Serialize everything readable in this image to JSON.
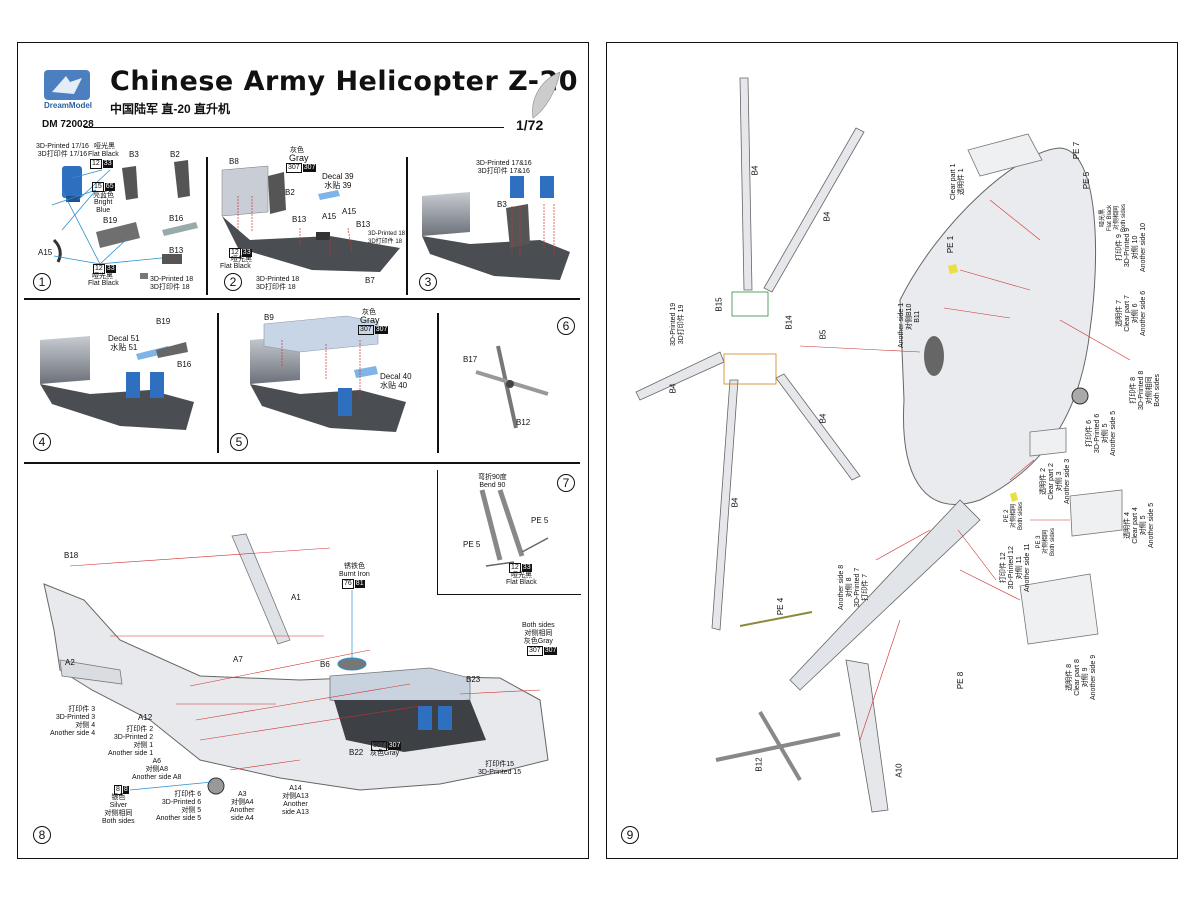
{
  "header": {
    "brand": "DreamModel",
    "title": "Chinese Army Helicopter Z-20",
    "subtitle": "中国陆军 直-20 直升机",
    "code": "DM 720028",
    "scale": "1/72"
  },
  "steps": [
    "1",
    "2",
    "3",
    "4",
    "5",
    "6",
    "7",
    "8",
    "9"
  ],
  "s1": {
    "seat_top": "3D-Printed 17/16\n3D打印件 17/16",
    "black_cn": "哑光黑",
    "flat_black": "Flat Black",
    "code_fb": "12",
    "code_fb2": "33",
    "bright_code": "65",
    "bright_code_a": "15",
    "bright_cn": "亮蓝色",
    "bright_en": "Bright\nBlue",
    "b3": "B3",
    "b2": "B2",
    "b19": "B19",
    "b16": "B16",
    "b13": "B13",
    "a15": "A15",
    "fb_cn2": "哑光黑",
    "fb_en2": "Flat Black",
    "p18": "3D-Printed 18\n3D打印件 18"
  },
  "s2": {
    "b8": "B8",
    "gray_cn": "灰色",
    "gray_en": "Gray",
    "code_g1": "307",
    "code_g2": "307",
    "b2": "B2",
    "decal39": "Decal 39\n水贴 39",
    "b13": "B13",
    "a15a": "A15",
    "a15b": "A15",
    "b13b": "B13",
    "p18b": "3D-Printed 18\n3D打印件 18",
    "fb_code": "33",
    "fb_code_a": "12",
    "fb_cn": "哑光黑",
    "fb_en": "Flat Black",
    "p18": "3D-Printed 18\n3D打印件 18",
    "b7": "B7"
  },
  "s3": {
    "p1716": "3D-Printed 17&16\n3D打印件 17&16",
    "b3": "B3"
  },
  "s4": {
    "decal51": "Decal 51\n水贴 51",
    "b19": "B19",
    "b16": "B16"
  },
  "s5": {
    "b9": "B9",
    "gray_cn": "灰色",
    "gray_en": "Gray",
    "c1": "307",
    "c2": "307",
    "decal40": "Decal 40\n水贴 40"
  },
  "s6": {
    "b17": "B17",
    "b12": "B12"
  },
  "s7": {
    "bend": "弯折90度\nBend 90",
    "pe5a": "PE 5",
    "pe5b": "PE 5",
    "c1": "12",
    "c2": "33",
    "fb_cn": "哑光黑",
    "fb_en": "Flat Black"
  },
  "s8": {
    "b18": "B18",
    "a1": "A1",
    "a2": "A2",
    "a7": "A7",
    "b6": "B6",
    "iron_cn": "锈铁色",
    "iron_en": "Burnt Iron",
    "iron_c1": "76",
    "iron_c2": "81",
    "both": "Both sides\n对侧相同\n灰色Gray",
    "both_c1": "307",
    "both_c2": "307",
    "b23": "B23",
    "p3": "打印件 3\n3D-Printed 3\n对侧 4\nAnother side 4",
    "a12": "A12",
    "p2": "打印件 2\n3D-Printed 2\n对侧 1\nAnother side 1",
    "a6": "A6\n对侧A8\nAnother side A8",
    "b22": "B22",
    "gray_c1": "307",
    "gray_c2": "307",
    "gray_lbl": "灰色Gray",
    "p15": "打印件15\n3D-Printed 15",
    "silver_c1": "8",
    "silver_c2": "8",
    "silver": "银色\nSilver\n对侧相同\nBoth sides",
    "p6": "打印件 6\n3D-Printed 6\n对侧 5\nAnother side 5",
    "a3": "A3\n对侧A4\nAnother\nside A4",
    "a14": "A14\n对侧A13\nAnother\nside A13"
  },
  "s9": {
    "b4": "B4",
    "p19": "3D-Printed 19\n3D打印件 19",
    "b15": "B15",
    "b14": "B14",
    "b5": "B5",
    "b10": "对侧B10\nB11",
    "another1": "Another side 1",
    "pe1": "PE 1",
    "clear1": "Clear part 1\n透明件 1",
    "pe7": "PE 7",
    "pe5": "PE 5",
    "fb": "哑光黑\nFlat Black\n对侧相同\nBoth sides",
    "fb_c1": "12",
    "fb_c2": "33",
    "p9": "打印件 9\n3D-Printed 9\n对侧 10\nAnother side 10",
    "clear7": "透明件 7\nClear part 7\n对侧 6\nAnother side 6",
    "p8": "打印件 8\n3D-Printed 8\n对侧相同\nBoth sides",
    "p6": "打印件 6\n3D-Printed 6\n对侧 5\nAnother side 5",
    "clear2": "透明件 2\nClear part 2\n对侧 3\nAnother side 3",
    "clear4": "透明件 4\nClear part 4\n对侧 5\nAnother side 5",
    "pe2": "PE 2\n对侧相同\nBoth sides",
    "pe3": "PE 3\n对侧相同\nBoth sides",
    "p12": "打印件 12\n3D-Printed 12\n对侧 11\nAnother side 11",
    "another8": "Another side 8\n对侧 8\n3D-Printed 7\n打印件 7",
    "clear8": "透明件 8\nClear part 8\n对侧 9\nAnother side 9",
    "pe4": "PE 4",
    "pe8": "PE 8",
    "b12": "B12",
    "a10": "A10"
  }
}
